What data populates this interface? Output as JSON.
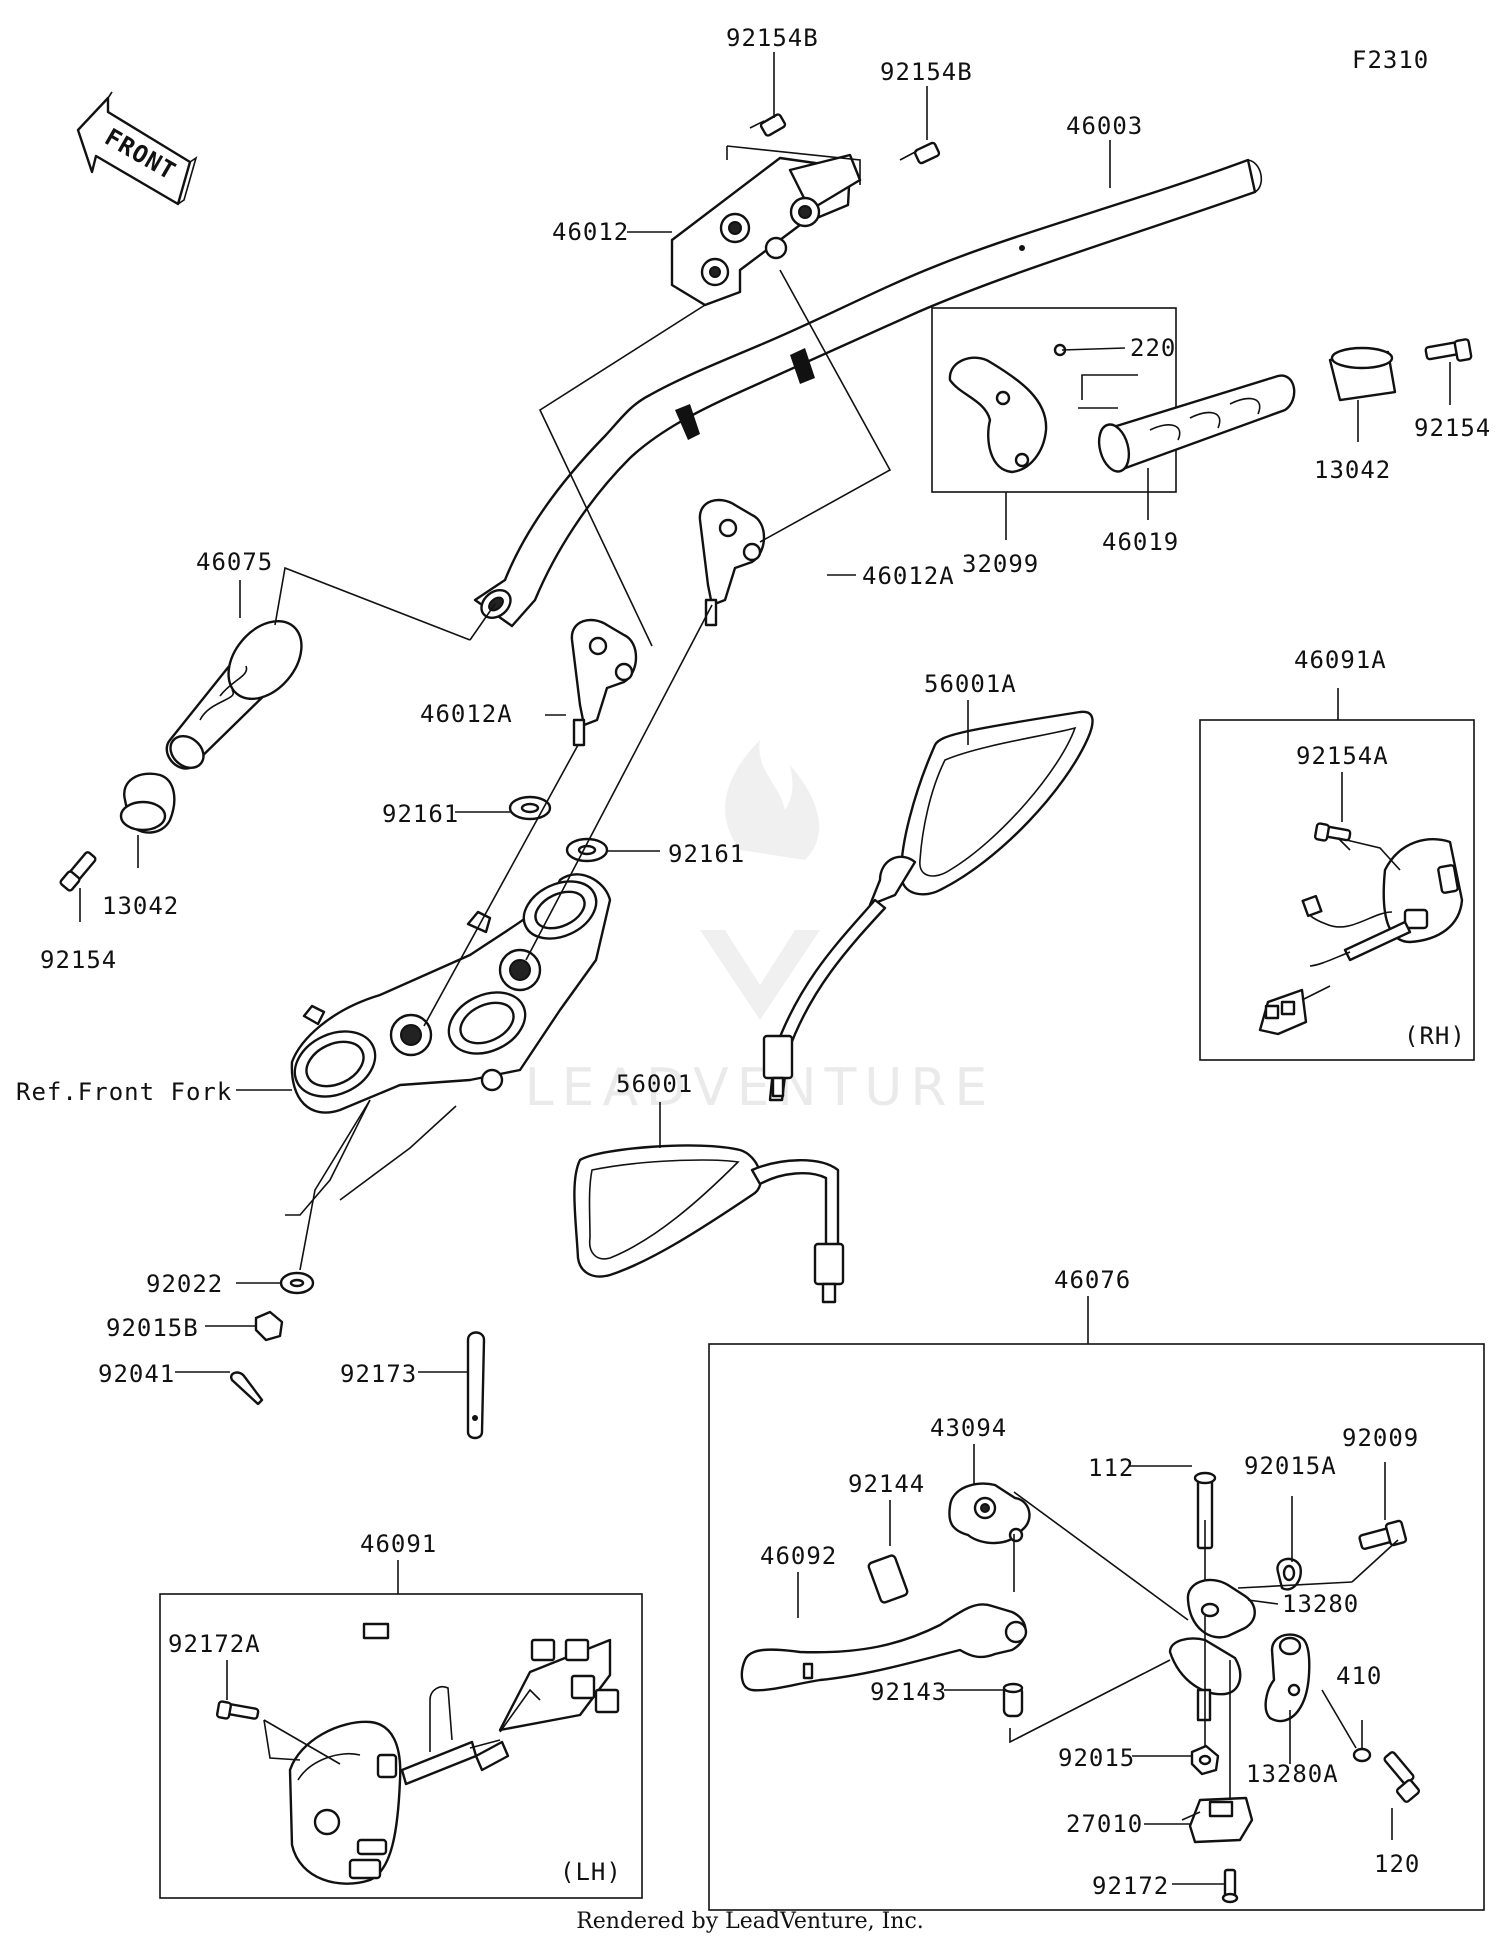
{
  "figure_code": "F2310",
  "front_arrow_label": "FRONT",
  "watermark_text": "LEADVENTURE",
  "footer_text": "Rendered by LeadVenture, Inc.",
  "labels": {
    "p92154B_a": "92154B",
    "p92154B_b": "92154B",
    "p46003": "46003",
    "p46012": "46012",
    "p220": "220",
    "p92154_r": "92154",
    "p13042_r": "13042",
    "p46019": "46019",
    "p32099": "32099",
    "p46075": "46075",
    "p46012A_r": "46012A",
    "p46012A_l": "46012A",
    "p56001A": "56001A",
    "p46091A": "46091A",
    "p92154A": "92154A",
    "rh": "(RH)",
    "p13042_l": "13042",
    "p92154_l": "92154",
    "p92161_l": "92161",
    "p92161_r": "92161",
    "ref_front_fork": "Ref.Front Fork",
    "p56001": "56001",
    "p92022": "92022",
    "p92015B": "92015B",
    "p92041": "92041",
    "p92173": "92173",
    "p46076": "46076",
    "p43094": "43094",
    "p92144": "92144",
    "p112": "112",
    "p92015A": "92015A",
    "p92009": "92009",
    "p46092": "46092",
    "p13280": "13280",
    "p92143": "92143",
    "p410": "410",
    "p92015": "92015",
    "p13280A": "13280A",
    "p27010": "27010",
    "p120": "120",
    "p92172": "92172",
    "p46091": "46091",
    "p92172A": "92172A",
    "lh": "(LH)"
  }
}
